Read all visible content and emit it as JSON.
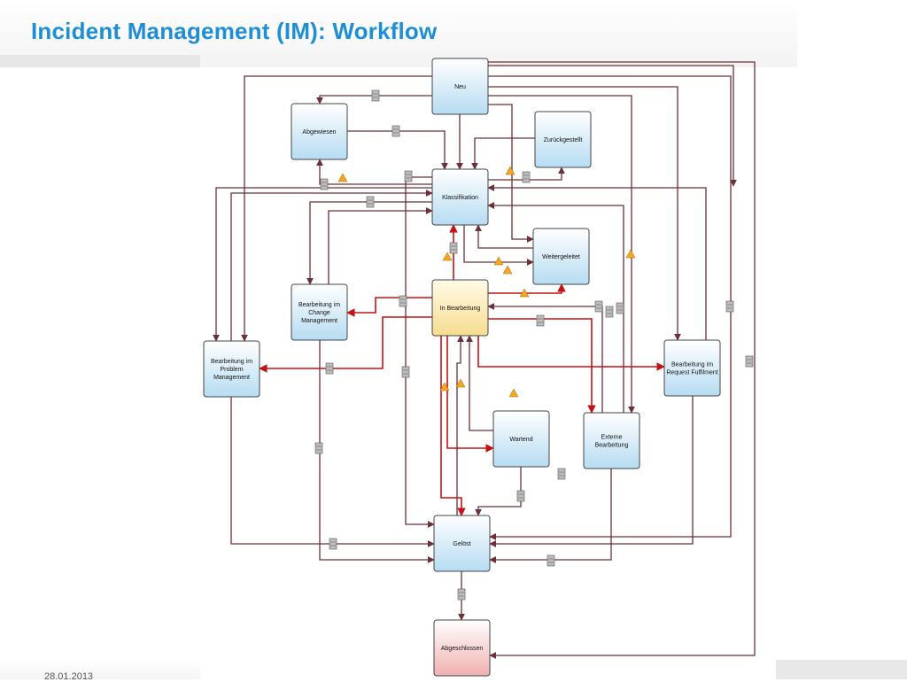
{
  "slide": {
    "title": "Incident Management (IM): Workflow",
    "date": "28.01.2013"
  },
  "colors": {
    "title": "#1e8fd6",
    "edge_normal": "#6b3038",
    "edge_highlight": "#c41212",
    "node_default_top": "#ffffff",
    "node_default_bottom": "#b6dcf2",
    "node_active_top": "#fffbe8",
    "node_active_bottom": "#f6dc8e",
    "node_final_top": "#ffffff",
    "node_final_bottom": "#f0b0b0",
    "warning_icon": "#f5a623"
  },
  "states": [
    {
      "id": "neu",
      "lines": [
        "Neu"
      ],
      "style": "default"
    },
    {
      "id": "abgewiesen",
      "lines": [
        "Abgewiesen"
      ],
      "style": "default"
    },
    {
      "id": "zurueckgestellt",
      "lines": [
        "Zurückgestellt"
      ],
      "style": "default"
    },
    {
      "id": "klassifikation",
      "lines": [
        "Klassifikation"
      ],
      "style": "default"
    },
    {
      "id": "weitergeleitet",
      "lines": [
        "Weitergeleitet"
      ],
      "style": "default"
    },
    {
      "id": "change",
      "lines": [
        "Bearbeitung im",
        "Change",
        "Management"
      ],
      "style": "default"
    },
    {
      "id": "in-bearbeitung",
      "lines": [
        "In Bearbeitung"
      ],
      "style": "active"
    },
    {
      "id": "problem",
      "lines": [
        "Bearbeitung im",
        "Problem",
        "Management"
      ],
      "style": "default"
    },
    {
      "id": "request",
      "lines": [
        "Bearbeitung im",
        "Request Fulfilment"
      ],
      "style": "default"
    },
    {
      "id": "wartend",
      "lines": [
        "Wartend"
      ],
      "style": "default"
    },
    {
      "id": "extern",
      "lines": [
        "Externe",
        "Bearbeitung"
      ],
      "style": "default"
    },
    {
      "id": "geloest",
      "lines": [
        "Gelöst"
      ],
      "style": "default"
    },
    {
      "id": "abgeschlossen",
      "lines": [
        "Abgeschlossen"
      ],
      "style": "final"
    }
  ],
  "transitions": [
    {
      "from": "neu",
      "to": "abgewiesen"
    },
    {
      "from": "neu",
      "to": "klassifikation"
    },
    {
      "from": "neu",
      "to": "problem"
    },
    {
      "from": "neu",
      "to": "change"
    },
    {
      "from": "neu",
      "to": "weitergeleitet"
    },
    {
      "from": "neu",
      "to": "extern"
    },
    {
      "from": "neu",
      "to": "request"
    },
    {
      "from": "neu",
      "to": "geloest"
    },
    {
      "from": "neu",
      "to": "abgeschlossen"
    },
    {
      "from": "abgewiesen",
      "to": "klassifikation"
    },
    {
      "from": "zurueckgestellt",
      "to": "klassifikation"
    },
    {
      "from": "klassifikation",
      "to": "abgewiesen"
    },
    {
      "from": "klassifikation",
      "to": "zurueckgestellt"
    },
    {
      "from": "klassifikation",
      "to": "weitergeleitet"
    },
    {
      "from": "klassifikation",
      "to": "change"
    },
    {
      "from": "klassifikation",
      "to": "problem"
    },
    {
      "from": "klassifikation",
      "to": "geloest"
    },
    {
      "from": "weitergeleitet",
      "to": "klassifikation"
    },
    {
      "from": "change",
      "to": "klassifikation"
    },
    {
      "from": "change",
      "to": "geloest"
    },
    {
      "from": "problem",
      "to": "klassifikation"
    },
    {
      "from": "problem",
      "to": "geloest"
    },
    {
      "from": "request",
      "to": "klassifikation"
    },
    {
      "from": "request",
      "to": "geloest"
    },
    {
      "from": "extern",
      "to": "klassifikation"
    },
    {
      "from": "extern",
      "to": "in-bearbeitung"
    },
    {
      "from": "extern",
      "to": "geloest"
    },
    {
      "from": "wartend",
      "to": "in-bearbeitung"
    },
    {
      "from": "wartend",
      "to": "geloest"
    },
    {
      "from": "geloest",
      "to": "in-bearbeitung"
    },
    {
      "from": "geloest",
      "to": "abgeschlossen"
    },
    {
      "from": "in-bearbeitung",
      "to": "klassifikation",
      "highlight": true
    },
    {
      "from": "in-bearbeitung",
      "to": "weitergeleitet",
      "highlight": true
    },
    {
      "from": "in-bearbeitung",
      "to": "change",
      "highlight": true
    },
    {
      "from": "in-bearbeitung",
      "to": "problem",
      "highlight": true
    },
    {
      "from": "in-bearbeitung",
      "to": "request",
      "highlight": true
    },
    {
      "from": "in-bearbeitung",
      "to": "extern",
      "highlight": true
    },
    {
      "from": "in-bearbeitung",
      "to": "wartend",
      "highlight": true
    },
    {
      "from": "in-bearbeitung",
      "to": "geloest",
      "highlight": true
    }
  ]
}
